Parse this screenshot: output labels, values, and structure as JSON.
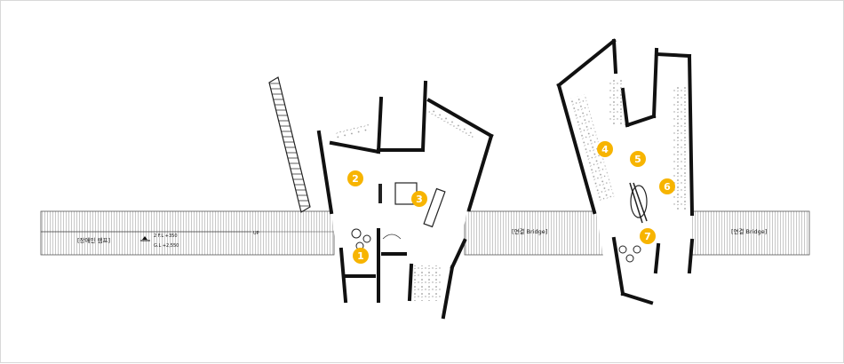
{
  "labels": {
    "ramp": "[장애인 램프]",
    "bridge_left": "[연결 Bridge]",
    "bridge_right": "[연결 Bridge]",
    "level_top": "2 F.L +350",
    "level_bottom": "G.L +2,550",
    "direction_mark": "UP"
  },
  "markers": [
    "1",
    "2",
    "3",
    "4",
    "5",
    "6",
    "7"
  ],
  "colors": {
    "marker": "#f7b400",
    "wall": "#111111",
    "pattern": "#9a9a9a"
  }
}
